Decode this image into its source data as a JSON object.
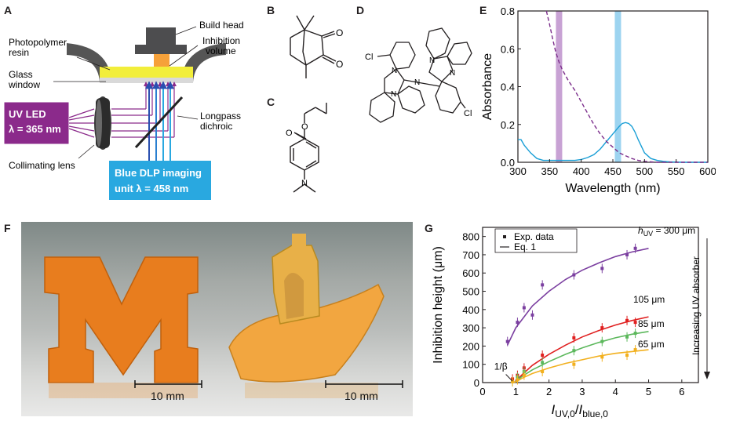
{
  "panels": {
    "A": "A",
    "B": "B",
    "C": "C",
    "D": "D",
    "E": "E",
    "F": "F",
    "G": "G"
  },
  "panel_a": {
    "build_head": "Build head",
    "inhibition_line1": "Inhibition",
    "inhibition_line2": "volume",
    "photopolymer_line1": "Photopolymer",
    "photopolymer_line2": "resin",
    "glass_line1": "Glass",
    "glass_line2": "window",
    "uv_led_line1": "UV LED",
    "uv_led_line2": "λ = 365 nm",
    "longpass_line1": "Longpass",
    "longpass_line2": "dichroic",
    "collimating": "Collimating lens",
    "blue_line1": "Blue DLP imaging",
    "blue_line2": "unit λ = 458 nm",
    "colors": {
      "uv_box": "#8b2a8b",
      "blue_box": "#29a8e0",
      "resin": "#f2ee3a",
      "inhibition": "#f6a13a"
    }
  },
  "molecules": {
    "cl1": "Cl",
    "cl2": "Cl",
    "n1": "N",
    "n2": "N",
    "n3": "N",
    "n4": "N",
    "n5": "N"
  },
  "panel_f": {
    "scale1": "10 mm",
    "scale2": "10 mm"
  },
  "chart_data": [
    {
      "type": "line",
      "panel": "E",
      "xlabel": "Wavelength (nm)",
      "ylabel": "Absorbance",
      "xlim": [
        300,
        600
      ],
      "ylim": [
        0,
        0.8
      ],
      "xticks": [
        300,
        350,
        400,
        450,
        500,
        550,
        600
      ],
      "yticks": [
        0.0,
        0.2,
        0.4,
        0.6,
        0.8
      ],
      "series": [
        {
          "style": "solid",
          "color": "#1a9fd6",
          "x": [
            300,
            305,
            310,
            320,
            330,
            340,
            350,
            360,
            370,
            380,
            390,
            400,
            410,
            420,
            430,
            440,
            450,
            460,
            465,
            470,
            475,
            480,
            485,
            490,
            500,
            510,
            520,
            530,
            540,
            560,
            600
          ],
          "y": [
            0.12,
            0.12,
            0.09,
            0.05,
            0.02,
            0.01,
            0.01,
            0.01,
            0.01,
            0.01,
            0.01,
            0.015,
            0.025,
            0.04,
            0.07,
            0.11,
            0.15,
            0.19,
            0.205,
            0.21,
            0.205,
            0.19,
            0.16,
            0.12,
            0.05,
            0.02,
            0.01,
            0.005,
            0.002,
            0.0,
            0.0
          ]
        },
        {
          "style": "dashed",
          "color": "#7b2d8b",
          "x": [
            345,
            350,
            355,
            360,
            365,
            370,
            375,
            380,
            390,
            400,
            410,
            420,
            430,
            440,
            450,
            460,
            470,
            480,
            490,
            500,
            520,
            540,
            600
          ],
          "y": [
            0.8,
            0.73,
            0.65,
            0.58,
            0.53,
            0.49,
            0.46,
            0.43,
            0.38,
            0.32,
            0.26,
            0.2,
            0.15,
            0.11,
            0.08,
            0.05,
            0.035,
            0.02,
            0.01,
            0.005,
            0.0,
            0.0,
            0.0
          ]
        }
      ],
      "bands": [
        {
          "center": 365,
          "color": "#c8a2d4"
        },
        {
          "center": 458,
          "color": "#9dd4f0"
        }
      ]
    },
    {
      "type": "scatter",
      "panel": "G",
      "xlabel_main": "I",
      "xlabel_sub1": "UV,0",
      "xlabel_sep": "/",
      "xlabel_main2": "I",
      "xlabel_sub2": "blue,0",
      "ylabel": "Inhibition height (μm)",
      "xlim": [
        0,
        6.5
      ],
      "ylim": [
        0,
        850
      ],
      "xticks": [
        0,
        1,
        2,
        3,
        4,
        5,
        6
      ],
      "yticks": [
        0,
        100,
        200,
        300,
        400,
        500,
        600,
        700,
        800
      ],
      "legend": {
        "data": "Exp. data",
        "fit": "Eq. 1",
        "position": "top-left"
      },
      "annotation_beta": "1/β",
      "arrow_label": "Increasing UV absorber",
      "series": [
        {
          "name": "h_UV = 300 μm",
          "label_prefix": "h",
          "label_sub": "UV",
          "label_value": " = 300 μm",
          "color": "#7b3fa0",
          "x": [
            0.75,
            1.05,
            1.25,
            1.5,
            1.8,
            2.75,
            3.6,
            4.35,
            4.6
          ],
          "y": [
            225,
            330,
            410,
            370,
            535,
            590,
            625,
            700,
            735
          ],
          "fit_x": [
            0.75,
            1.0,
            1.5,
            2.0,
            2.5,
            3.0,
            3.5,
            4.0,
            4.5,
            5.0
          ],
          "fit_y": [
            205,
            300,
            420,
            500,
            565,
            615,
            655,
            690,
            715,
            735
          ]
        },
        {
          "name": "105 μm",
          "color": "#e02020",
          "x": [
            0.9,
            1.05,
            1.25,
            1.8,
            2.75,
            3.6,
            4.35,
            4.6
          ],
          "y": [
            20,
            40,
            80,
            150,
            245,
            300,
            340,
            330
          ],
          "fit_x": [
            0.95,
            1.2,
            1.5,
            2.0,
            2.5,
            3.0,
            3.5,
            4.0,
            4.5,
            5.0
          ],
          "fit_y": [
            0,
            45,
            95,
            155,
            205,
            250,
            285,
            315,
            340,
            360
          ]
        },
        {
          "name": "85 μm",
          "color": "#5cb85c",
          "x": [
            0.9,
            1.05,
            1.25,
            1.8,
            2.75,
            3.6,
            4.35,
            4.6
          ],
          "y": [
            5,
            30,
            60,
            110,
            175,
            225,
            250,
            270
          ],
          "fit_x": [
            0.95,
            1.2,
            1.5,
            2.0,
            2.5,
            3.0,
            3.5,
            4.0,
            4.5,
            5.0
          ],
          "fit_y": [
            0,
            35,
            70,
            115,
            155,
            190,
            220,
            245,
            265,
            280
          ]
        },
        {
          "name": "65 μm",
          "color": "#f2b01e",
          "x": [
            0.9,
            1.05,
            1.25,
            1.8,
            2.75,
            3.6,
            4.35,
            4.6
          ],
          "y": [
            5,
            15,
            40,
            60,
            100,
            140,
            150,
            180
          ],
          "fit_x": [
            0.95,
            1.2,
            1.5,
            2.0,
            2.5,
            3.0,
            3.5,
            4.0,
            4.5,
            5.0
          ],
          "fit_y": [
            0,
            25,
            50,
            80,
            105,
            125,
            145,
            160,
            170,
            180
          ]
        }
      ]
    }
  ]
}
